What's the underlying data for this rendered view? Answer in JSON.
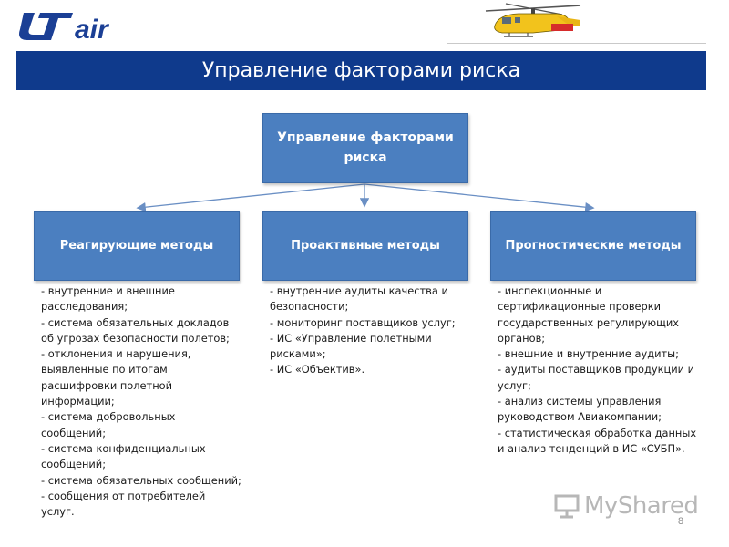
{
  "header": {
    "logo_text": "UTair",
    "title": "Управление факторами риска"
  },
  "diagram": {
    "root": "Управление факторами риска",
    "branches": [
      {
        "label": "Реагирующие методы",
        "items": [
          "- внутренние и внешние расследования;",
          "- система обязательных докладов об угрозах безопасности полетов;",
          "- отклонения и нарушения, выявленные по итогам расшифровки полетной информации;",
          "- система добровольных сообщений;",
          "- система конфиденциальных сообщений;",
          "- система обязательных сообщений;",
          "- сообщения от потребителей услуг."
        ]
      },
      {
        "label": "Проактивные методы",
        "items": [
          "- внутренние аудиты качества и безопасности;",
          "- мониторинг поставщиков услуг;",
          "- ИС «Управление полетными рисками»;",
          "- ИС «Объектив»."
        ]
      },
      {
        "label": "Прогностические методы",
        "items": [
          "- инспекционные и сертификационные проверки государственных регулирующих органов;",
          "- внешние и внутренние аудиты;",
          "- аудиты поставщиков продукции и услуг;",
          "- анализ системы управления руководством Авиакомпании;",
          "- статистическая обработка данных и анализ тенденций в ИС «СУБП»."
        ]
      }
    ]
  },
  "footer": {
    "watermark": "MyShared",
    "page_number": "8"
  },
  "colors": {
    "title_bar": "#0f3a8c",
    "box_fill": "#4b7fc0",
    "arrow": "#6a8fc4",
    "logo_blue": "#1b3f95"
  }
}
